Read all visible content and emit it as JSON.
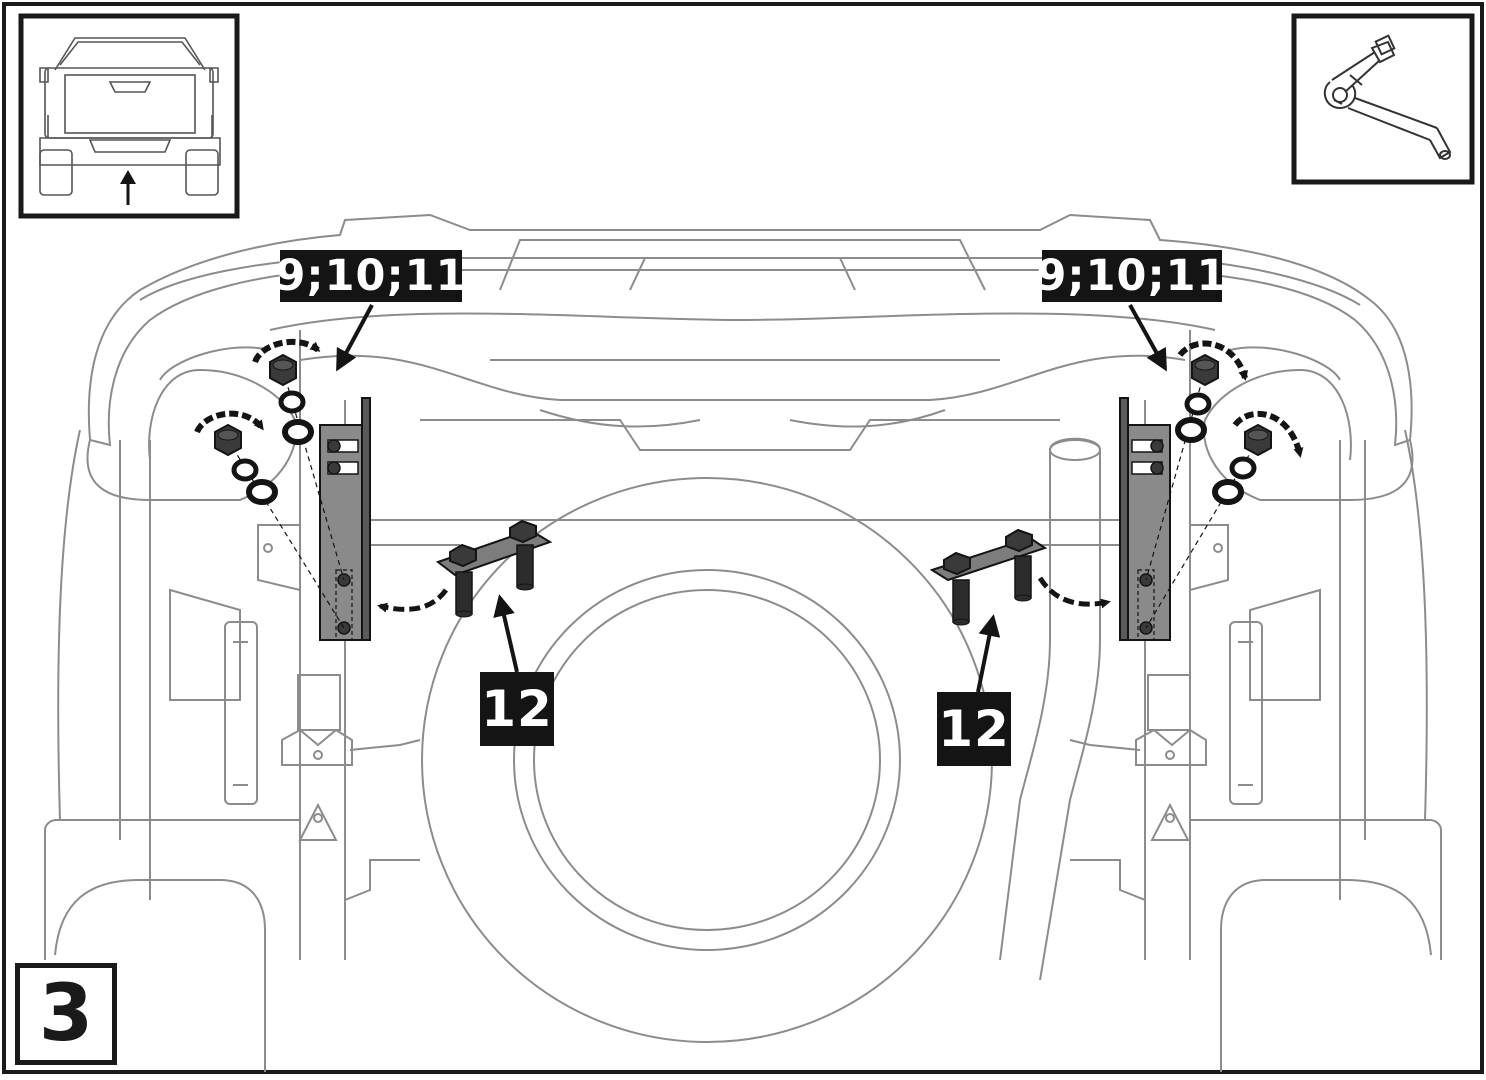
{
  "labels": {
    "parts_left": "9;10;11",
    "parts_right": "9;10;11",
    "bolt_plate_left": "12",
    "bolt_plate_right": "12",
    "step_number": "3"
  },
  "icons": {
    "vehicle_rear_view": "pickup-rear-view-icon",
    "tool": "ratchet-wrench-icon",
    "view_direction": "arrow-up-icon"
  },
  "colors": {
    "outline": "#8c8c8c",
    "ink": "#141414",
    "bracket_fill": "#8a8a8a",
    "plate_fill": "#7d7d7d",
    "nut_fill": "#3a3a3a"
  }
}
